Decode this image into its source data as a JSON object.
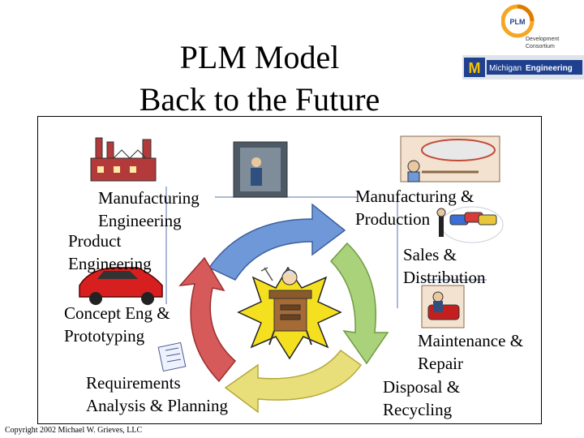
{
  "title": {
    "line1": "PLM Model",
    "line2": "Back to the Future"
  },
  "logos": {
    "plm_text": "PLM",
    "plm_sub1": "Development",
    "plm_sub2": "Consortium",
    "michigan_text1": "Michigan",
    "michigan_text2": "Engineering"
  },
  "stages": {
    "manufacturing_engineering": [
      "Manufacturing",
      "Engineering"
    ],
    "manufacturing_production": [
      "Manufacturing &",
      "Production"
    ],
    "product_engineering": [
      "Product",
      "Engineering"
    ],
    "sales_distribution": [
      "Sales &",
      "Distribution"
    ],
    "concept_prototyping": [
      "Concept Eng &",
      "Prototyping"
    ],
    "maintenance_repair": [
      "Maintenance &",
      "Repair"
    ],
    "disposal_recycling": [
      "Disposal &",
      "Recycling"
    ],
    "requirements_planning": [
      "Requirements",
      "Analysis & Planning"
    ]
  },
  "copyright": "Copyright 2002 Michael W. Grieves, LLC",
  "colors": {
    "arrow_blue": "#6f98d8",
    "arrow_green": "#a9d27a",
    "arrow_yellow": "#e9df7a",
    "arrow_red": "#d65a5a",
    "star": "#f5e020",
    "michigan_blue": "#1f3f8f",
    "michigan_maize": "#f2c200",
    "plm_orange": "#f5a623"
  }
}
